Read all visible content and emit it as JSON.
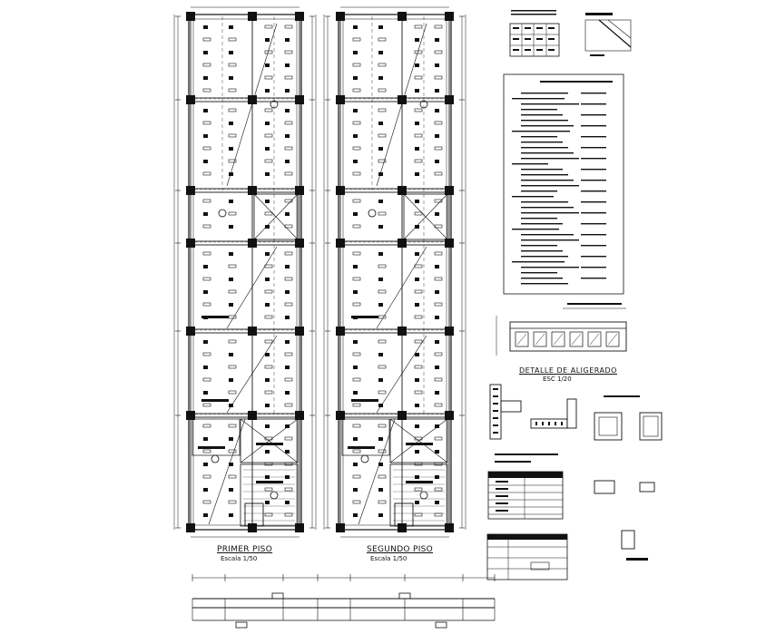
{
  "plans": [
    {
      "title": "PRIMER PISO",
      "scale": "Escala 1/50"
    },
    {
      "title": "SEGUNDO PISO",
      "scale": "Escala 1/50"
    }
  ],
  "detail_aligerado": {
    "title": "DETALLE DE ALIGERADO",
    "scale": "ESC 1/20"
  },
  "colors": {
    "line": "#111111",
    "background": "#ffffff"
  }
}
